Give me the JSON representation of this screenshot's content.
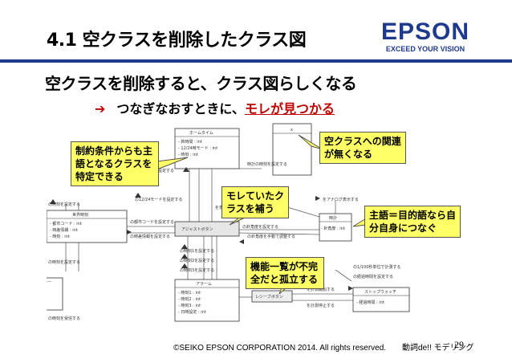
{
  "header": {
    "title": "4.1 空クラスを削除したクラス図",
    "logo_text": "EPSON",
    "logo_tagline": "EXCEED YOUR VISION",
    "rule_color": "#1e3a8c"
  },
  "body": {
    "subtitle": "空クラスを削除すると、クラス図らしくなる",
    "arrow_icon": "arrow-right-icon",
    "arrow_prefix": "つなぎなおすときに、",
    "arrow_highlight": "モレが見つかる",
    "highlight_color": "#c00000"
  },
  "diagram": {
    "classes": [
      {
        "name": "ホームタイム",
        "attrs": [
          "- 新時間 : int",
          "- 12/24時モード : int",
          "- 時刻 : int"
        ]
      },
      {
        "name": "世界時刻",
        "attrs": [
          "- 都市コード : int",
          "- 時差情報 : int",
          "- 時刻 : int"
        ]
      },
      {
        "name": "アジャストボタン",
        "attrs": []
      },
      {
        "name": "アラーム",
        "attrs": [
          "- 時刻1 : int",
          "- 時刻2 : int",
          "- 時刻3 : int",
          "- 日時設定 : int"
        ]
      },
      {
        "name": "時計",
        "attrs": [
          "- 針角度 : int"
        ]
      },
      {
        "name": "レシーブボタン",
        "attrs": []
      },
      {
        "name": "ストップウォッチ",
        "attrs": [
          "- 経過時間 : int"
        ]
      },
      {
        "name": "x",
        "attrs": []
      },
      {
        "name": "ラー",
        "attrs": []
      }
    ],
    "messages": [
      "の新時間を設定する",
      "の12/24モードを設定する",
      "時計の時刻を設定する",
      "を表示する",
      "の都市コードを設定する",
      "の時差情報を設定する",
      "の時刻を設定する",
      "の時刻を設定する",
      "をアナログ表示する",
      "の針角度を設定する",
      "の針角度を手動で調整する",
      "の時刻1を設定する",
      "の時刻2を設定する",
      "の時刻3を設定する",
      "の時刻を受信する",
      "を計測開始する",
      "を計測停止する",
      "の1/100秒単位で計測する",
      "の経過時間を設定する"
    ]
  },
  "callouts": {
    "left": "制約条件からも主語となるクラスを特定できる",
    "top_right": "空クラスへの関連が無くなる",
    "middle": "モレていたクラスを補う",
    "right": "主語＝目的語なら自分自身につなぐ",
    "bottom": "機能一覧が不完全だと孤立する",
    "fill_color": "#ffff66"
  },
  "footer": {
    "copyright": "©SEIKO EPSON CORPORATION 2014. All rights reserved.　　動詞de!! モデリング",
    "page_number": "29"
  }
}
